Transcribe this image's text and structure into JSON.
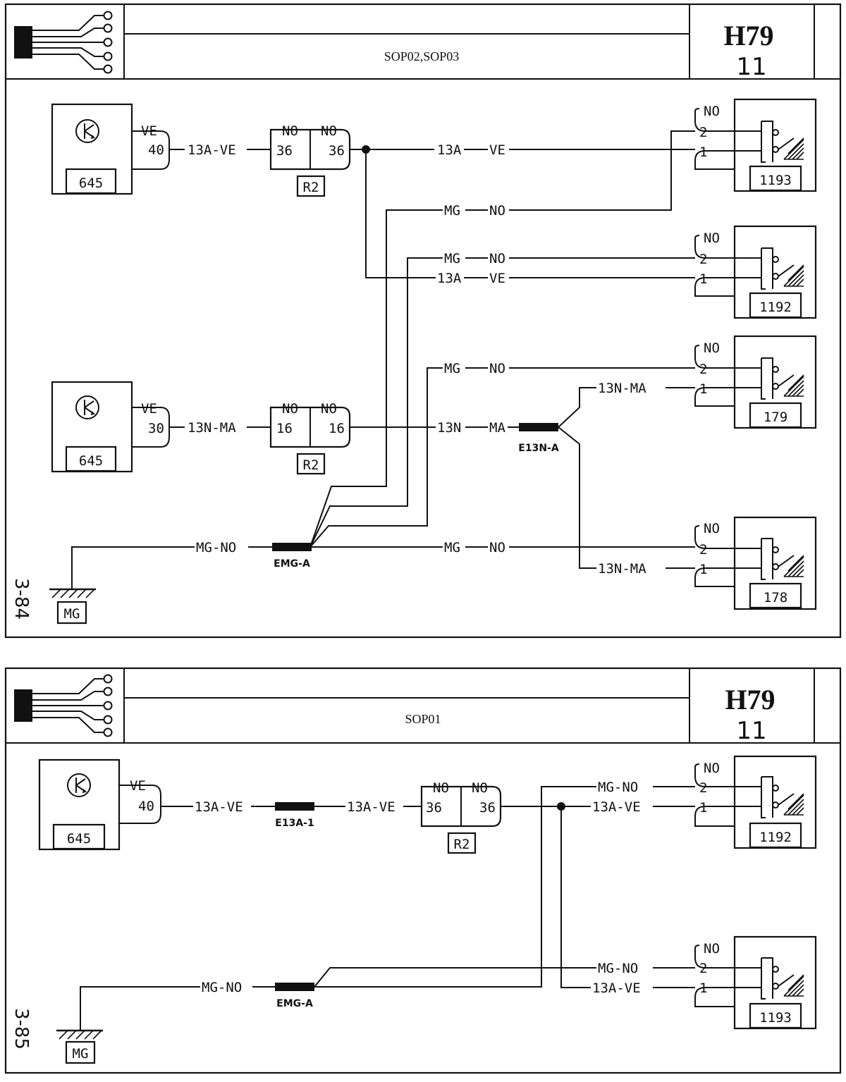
{
  "diagrams": [
    {
      "id": "top",
      "header": {
        "title": "H79",
        "page": "11",
        "variant": "SOP02,SOP03"
      },
      "side_label": "3-84",
      "ground": "MG",
      "components": [
        {
          "id": "645",
          "pin_color": "VE",
          "pin": "40"
        },
        {
          "id": "645",
          "pin_color": "VE",
          "pin": "30"
        },
        {
          "id": "R2",
          "pins": [
            "NO",
            "NO",
            "36",
            "36"
          ]
        },
        {
          "id": "R2",
          "pins": [
            "NO",
            "NO",
            "16",
            "16"
          ]
        },
        {
          "id": "1193",
          "pin_color": "NO",
          "pins": [
            "2",
            "1"
          ]
        },
        {
          "id": "1192",
          "pin_color": "NO",
          "pins": [
            "2",
            "1"
          ]
        },
        {
          "id": "179",
          "pin_color": "NO",
          "pins": [
            "2",
            "1"
          ]
        },
        {
          "id": "178",
          "pin_color": "NO",
          "pins": [
            "2",
            "1"
          ]
        }
      ],
      "wires": {
        "w13a_ve_1": "13A-VE",
        "w13a_1": "13A",
        "w13a_ve_2": "VE",
        "mg_1": "MG",
        "no_1": "NO",
        "mg_2": "MG",
        "no_2": "NO",
        "w13a_3": "13A",
        "ve_3": "VE",
        "mg_3": "MG",
        "no_3": "NO",
        "w13n_ma_1": "13N-MA",
        "w13n_4": "13N",
        "ma_4": "MA",
        "w13n_ma_2": "13N-MA",
        "w13n_ma_3": "13N-MA",
        "mg_no_g": "MG-NO",
        "mg_5": "MG",
        "no_5": "NO"
      },
      "splices": [
        "E13N-A",
        "EMG-A"
      ]
    },
    {
      "id": "bottom",
      "header": {
        "title": "H79",
        "page": "11",
        "variant": "SOP01"
      },
      "side_label": "3-85",
      "ground": "MG",
      "components": [
        {
          "id": "645",
          "pin_color": "VE",
          "pin": "40"
        },
        {
          "id": "R2",
          "pins": [
            "NO",
            "NO",
            "36",
            "36"
          ]
        },
        {
          "id": "1192",
          "pin_color": "NO",
          "pins": [
            "2",
            "1"
          ]
        },
        {
          "id": "1193",
          "pin_color": "NO",
          "pins": [
            "2",
            "1"
          ]
        }
      ],
      "wires": {
        "w13a_ve_1": "13A-VE",
        "w13a_ve_2": "13A-VE",
        "mg_no_1": "MG-NO",
        "w13a_ve_3": "13A-VE",
        "mg_no_2": "MG-NO",
        "w13a_ve_4": "13A-VE",
        "mg_no_g": "MG-NO"
      },
      "splices": [
        "E13A-1",
        "EMG-A"
      ]
    }
  ]
}
